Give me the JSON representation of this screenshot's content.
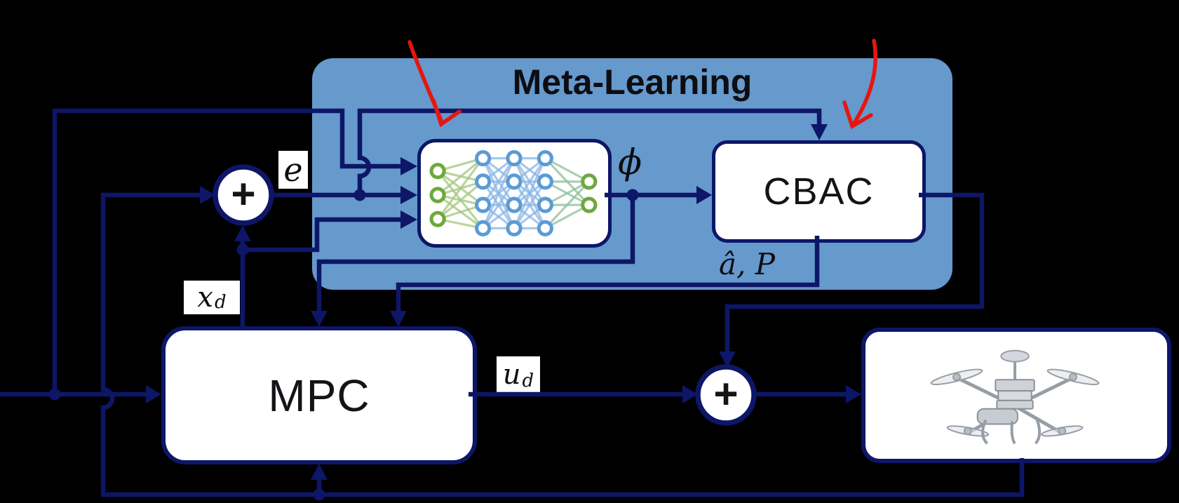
{
  "blocks": {
    "meta_learning": {
      "label": "Meta-Learning"
    },
    "nn": {
      "name": "neural-network"
    },
    "cbac": {
      "label": "CBAC"
    },
    "mpc": {
      "label": "MPC"
    },
    "drone": {
      "name": "quadrotor-plant"
    }
  },
  "signal_labels": {
    "e": "e",
    "phi": "ϕ",
    "ahat_P": "â, P",
    "xd_base": "x",
    "xd_sub": "d",
    "ud_base": "u",
    "ud_sub": "d",
    "sum_left": "+",
    "sum_right": "+"
  },
  "colors": {
    "background": "#000000",
    "meta_box_fill": "#6699cc",
    "wire_navy": "#0d1667",
    "block_fill": "#ffffff",
    "red_arrow": "#e8150f",
    "nn_green": "#6fa83c",
    "nn_blue": "#5b9bd5",
    "label_text": "#0d0d12"
  }
}
